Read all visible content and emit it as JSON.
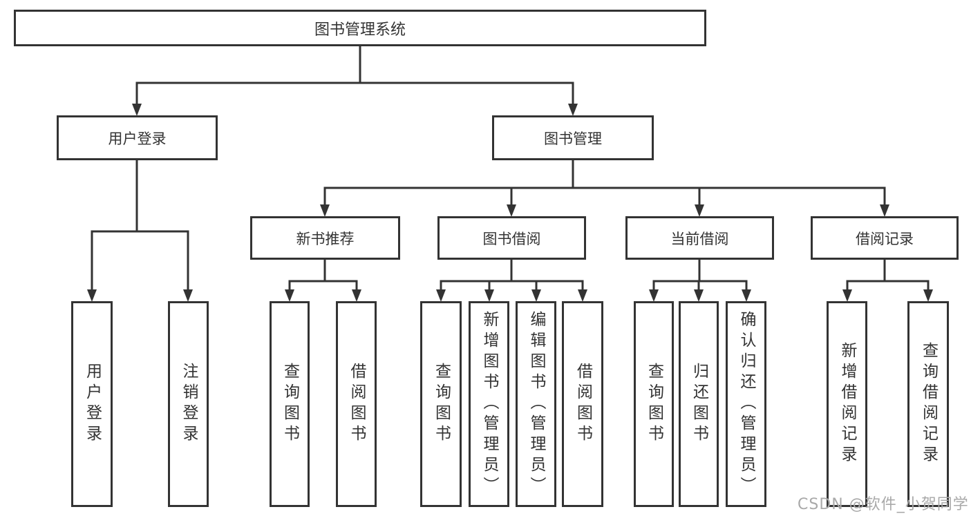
{
  "colors": {
    "line": "#333333",
    "text": "#333333",
    "background": "#ffffff",
    "watermark": "#a9a9a9"
  },
  "tree": {
    "root": {
      "label": "图书管理系统",
      "children": [
        {
          "label": "用户登录",
          "children": [
            {
              "label": "用户登录"
            },
            {
              "label": "注销登录"
            }
          ]
        },
        {
          "label": "图书管理",
          "children": [
            {
              "label": "新书推荐",
              "children": [
                {
                  "label": "查询图书"
                },
                {
                  "label": "借阅图书"
                }
              ]
            },
            {
              "label": "图书借阅",
              "children": [
                {
                  "label": "查询图书"
                },
                {
                  "label": "新增图书（管理员）"
                },
                {
                  "label": "编辑图书（管理员）"
                },
                {
                  "label": "借阅图书"
                }
              ]
            },
            {
              "label": "当前借阅",
              "children": [
                {
                  "label": "查询图书"
                },
                {
                  "label": "归还图书"
                },
                {
                  "label": "确认归还（管理员）"
                }
              ]
            },
            {
              "label": "借阅记录",
              "children": [
                {
                  "label": "新增借阅记录"
                },
                {
                  "label": "查询借阅记录"
                }
              ]
            }
          ]
        }
      ]
    }
  },
  "watermark": {
    "text": "CSDN @软件_小贺同学"
  }
}
